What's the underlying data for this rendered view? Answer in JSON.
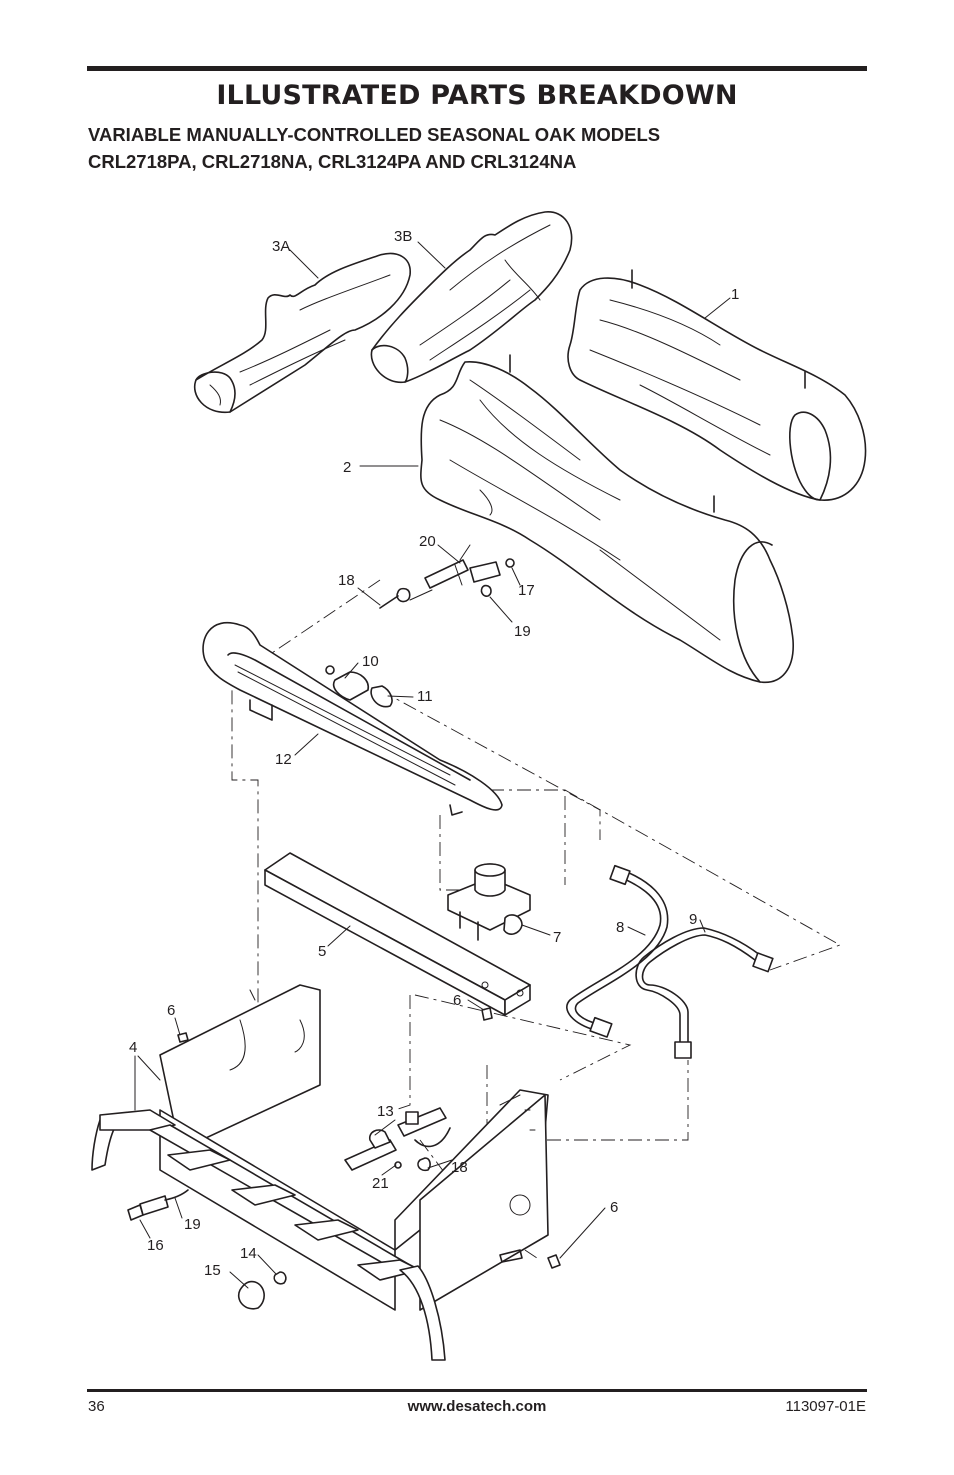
{
  "header": {
    "title": "ILLUSTRATED PARTS BREAKDOWN",
    "subtitle_line1": "VARIABLE MANUALLY-CONTROLLED SEASONAL OAK MODELS",
    "subtitle_line2": "CRL2718PA, CRL2718NA, CRL3124PA AND CRL3124NA"
  },
  "callouts": {
    "c1": "1",
    "c2": "2",
    "c3a": "3A",
    "c3b": "3B",
    "c4": "4",
    "c5": "5",
    "c6a": "6",
    "c6b": "6",
    "c6c": "6",
    "c7": "7",
    "c8": "8",
    "c9": "9",
    "c10": "10",
    "c11": "11",
    "c12": "12",
    "c13": "13",
    "c14": "14",
    "c15": "15",
    "c16": "16",
    "c17": "17",
    "c18a": "18",
    "c18b": "18",
    "c19a": "19",
    "c19b": "19",
    "c20": "20",
    "c21": "21"
  },
  "footer": {
    "page_number": "36",
    "website": "www.desatech.com",
    "doc_number": "113097-01E"
  }
}
